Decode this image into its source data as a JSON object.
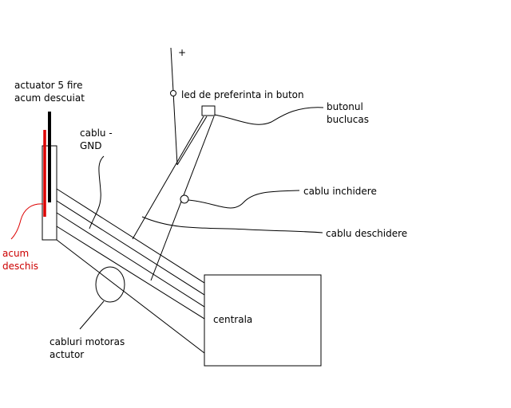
{
  "colors": {
    "background": "#ffffff",
    "wire": "#000000",
    "red_wire": "#dd0000",
    "red_label": "#cc0000"
  },
  "labels": {
    "plus": "+",
    "led": "led de preferinta in buton",
    "actuator": [
      "actuator 5 fire",
      "acum descuiat"
    ],
    "cablu_gnd": [
      "cablu -",
      "GND"
    ],
    "butonul": [
      "butonul",
      "buclucas"
    ],
    "cablu_inchidere": "cablu inchidere",
    "cablu_deschidere": "cablu deschidere",
    "acum_deschis": [
      "acum",
      "deschis"
    ],
    "centrala": "centrala",
    "cabluri_motoras": [
      "cabluri motoras",
      "actutor"
    ]
  }
}
